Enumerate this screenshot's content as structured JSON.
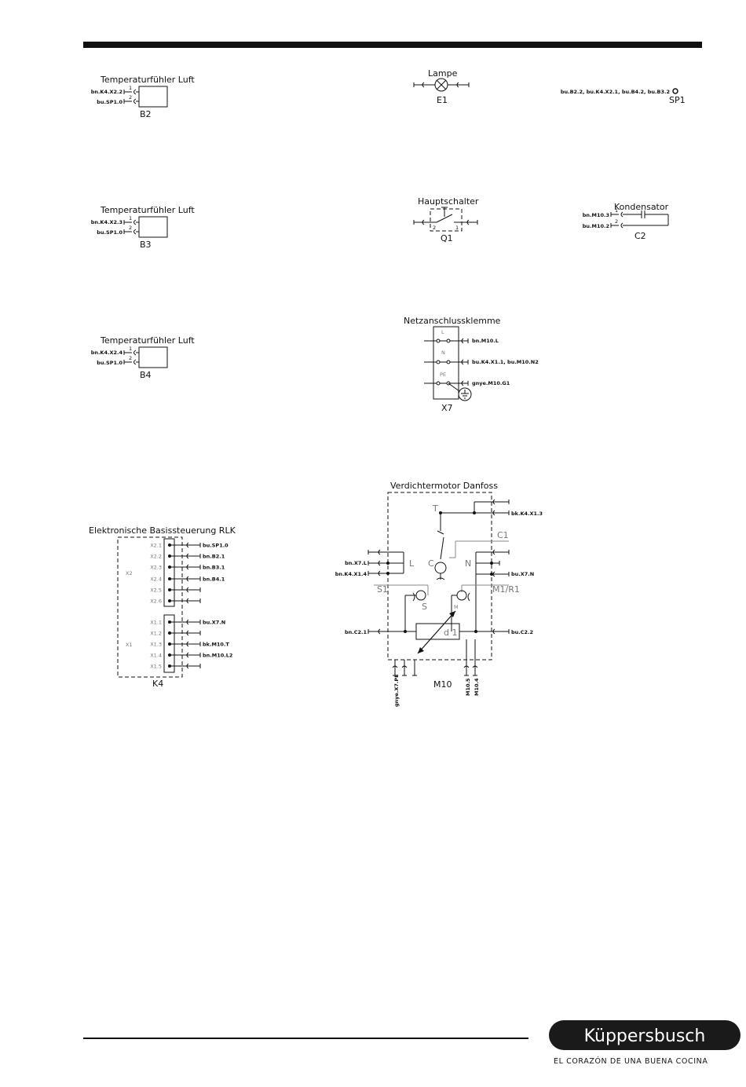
{
  "b2": {
    "title": "Temperaturfühler Luft",
    "ref": "B2",
    "w1": "bn.K4.X2.2",
    "w2": "bu.SP1.0",
    "p1": "1",
    "p2": "2"
  },
  "b3": {
    "title": "Temperaturfühler Luft",
    "ref": "B3",
    "w1": "bn.K4.X2.3",
    "w2": "bu.SP1.0",
    "p1": "1",
    "p2": "2"
  },
  "b4": {
    "title": "Temperaturfühler Luft",
    "ref": "B4",
    "w1": "bn.K4.X2.4",
    "w2": "bu.SP1.0",
    "p1": "1",
    "p2": "2"
  },
  "e1": {
    "title": "Lampe",
    "ref": "E1"
  },
  "sp1": {
    "ref": "SP1",
    "wires": "bu.B2.2,  bu.K4.X2.1,  bu.B4.2,  bu.B3.2"
  },
  "q1": {
    "title": "Hauptschalter",
    "ref": "Q1",
    "p1": "2",
    "p2": "1"
  },
  "c2": {
    "title": "Kondensator",
    "ref": "C2",
    "w1": "bn.M10.3",
    "w2": "bu.M10.2",
    "p1": "1",
    "p2": "2"
  },
  "x7": {
    "title": "Netzanschlussklemme",
    "ref": "X7",
    "terminals": [
      {
        "name": "L",
        "wire": "bn.M10.L"
      },
      {
        "name": "N",
        "wire": "bu.K4.X1.1,  bu.M10.N2"
      },
      {
        "name": "PE",
        "wire": "gnye.M10.G1"
      }
    ]
  },
  "k4": {
    "title": "Elektronische Basissteuerung RLK",
    "ref": "K4",
    "group_x2": "X2",
    "group_x1": "X1",
    "pins": [
      {
        "name": "X2.1",
        "wire": "bu.SP1.0"
      },
      {
        "name": "X2.2",
        "wire": "bn.B2.1"
      },
      {
        "name": "X2.3",
        "wire": "bn.B3.1"
      },
      {
        "name": "X2.4",
        "wire": "bn.B4.1"
      },
      {
        "name": "X2.5",
        "wire": ""
      },
      {
        "name": "X2.6",
        "wire": ""
      },
      {
        "name": "X1.1",
        "wire": "bu.X7.N"
      },
      {
        "name": "X1.2",
        "wire": ""
      },
      {
        "name": "X1.3",
        "wire": "bk.M10.T"
      },
      {
        "name": "X1.4",
        "wire": "bn.M10.L2"
      },
      {
        "name": "X1.5",
        "wire": ""
      }
    ]
  },
  "m10": {
    "title": "Verdichtermotor  Danfoss",
    "ref": "M10",
    "t": "T",
    "c1": "C1",
    "l": "L",
    "n": "N",
    "c": "C",
    "s1": "S1",
    "s": "S",
    "m": "M",
    "m1r1": "M1/R1",
    "d1": "d 1",
    "w_t": "bk.K4.X1.3",
    "w_l1": "bn.X7.L",
    "w_l2": "bn.K4.X1.4",
    "w_n": "bu.X7.N",
    "w_c21": "bn.C2.1",
    "w_c22": "bu.C2.2",
    "b_gnye": "gnye.X7.PE",
    "b_m105": "M10.5",
    "b_m104": "M10.4"
  },
  "brand": {
    "logo": "Küppersbusch",
    "slogan": "EL CORAZÓN DE UNA BUENA COCINA"
  },
  "colors": {
    "ink": "#111111",
    "logo_bg": "#1a1a1a"
  }
}
